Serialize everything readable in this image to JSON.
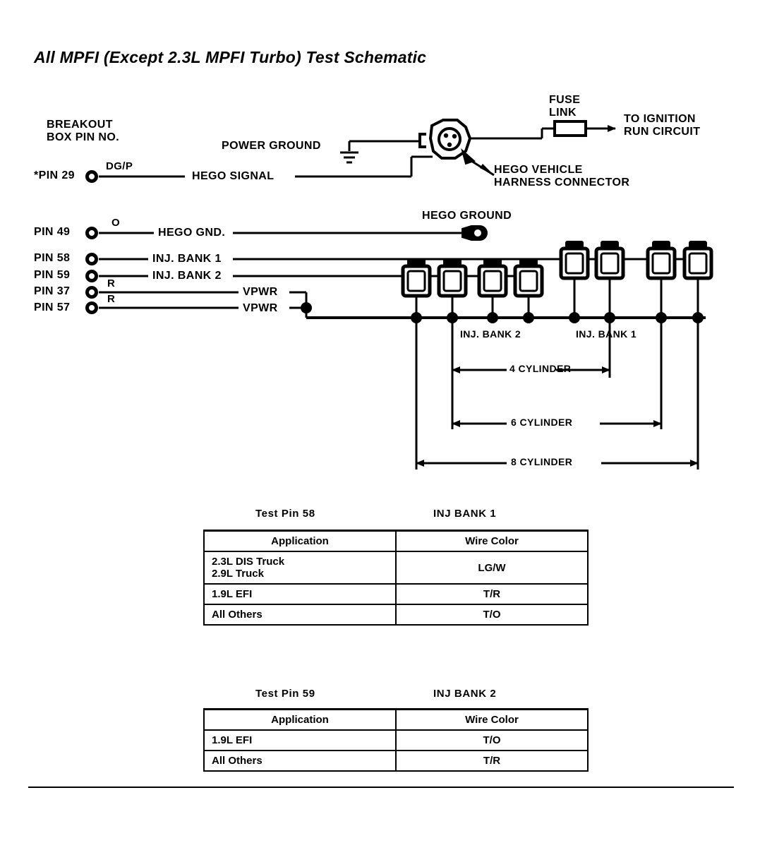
{
  "title": "All MPFI (Except 2.3L MPFI Turbo) Test Schematic",
  "schematic": {
    "breakout_label_line1": "BREAKOUT",
    "breakout_label_line2": "BOX PIN NO.",
    "power_ground": "POWER GROUND",
    "fuse_link_line1": "FUSE",
    "fuse_link_line2": "LINK",
    "ignition_line1": "TO IGNITION",
    "ignition_line2": "RUN CIRCUIT",
    "hego_connector_line1": "HEGO VEHICLE",
    "hego_connector_line2": "HARNESS CONNECTOR",
    "hego_ground": "HEGO GROUND",
    "pins": [
      {
        "pin": "PIN 29",
        "wire": "DG/P",
        "signal": "HEGO SIGNAL",
        "asterisk": "*"
      },
      {
        "pin": "PIN 49",
        "wire": "O",
        "signal": "HEGO GND."
      },
      {
        "pin": "PIN 58",
        "wire": "",
        "signal": "INJ. BANK 1"
      },
      {
        "pin": "PIN 59",
        "wire": "",
        "signal": "INJ. BANK 2"
      },
      {
        "pin": "PIN 37",
        "wire": "R",
        "signal": "VPWR"
      },
      {
        "pin": "PIN 57",
        "wire": "R",
        "signal": "VPWR"
      }
    ],
    "bank_labels": [
      {
        "label": "INJ. BANK 2"
      },
      {
        "label": "INJ. BANK 1"
      }
    ],
    "spans": [
      {
        "label": "4 CYLINDER"
      },
      {
        "label": "6 CYLINDER"
      },
      {
        "label": "8 CYLINDER"
      }
    ]
  },
  "tables": [
    {
      "caption_left": "Test Pin 58",
      "caption_right": "INJ BANK 1",
      "headers": [
        "Application",
        "Wire Color"
      ],
      "rows": [
        {
          "application": "2.3L  DIS Truck\n2.9L  Truck",
          "wire_color": "LG/W"
        },
        {
          "application": "1.9L  EFI",
          "wire_color": "T/R"
        },
        {
          "application": "All  Others",
          "wire_color": "T/O"
        }
      ]
    },
    {
      "caption_left": "Test Pin 59",
      "caption_right": "INJ BANK 2",
      "headers": [
        "Application",
        "Wire Color"
      ],
      "rows": [
        {
          "application": "1.9L  EFI",
          "wire_color": "T/O"
        },
        {
          "application": "All  Others",
          "wire_color": "T/R"
        }
      ]
    }
  ],
  "colors": {
    "ink": "#000000",
    "paper": "#ffffff"
  }
}
